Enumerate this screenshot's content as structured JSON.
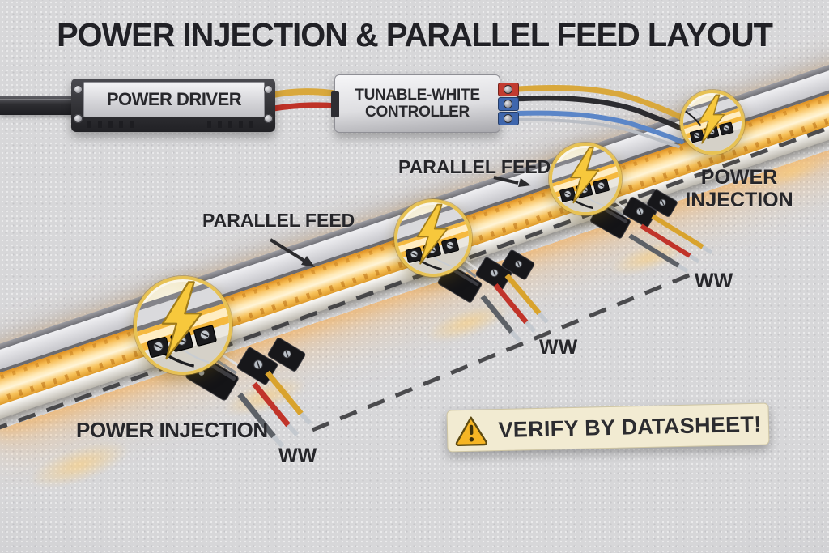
{
  "title": "POWER INJECTION & PARALLEL FEED LAYOUT",
  "devices": {
    "power_driver": {
      "label": "POWER DRIVER"
    },
    "controller": {
      "label_line1": "TUNABLE-WHITE",
      "label_line2": "CONTROLLER"
    }
  },
  "annotations": {
    "parallel_feed_left": "PARALLEL FEED",
    "parallel_feed_mid": "PARALLEL FEED",
    "power_injection_bottom": "POWER INJECTION",
    "power_injection_top_line1": "POWER",
    "power_injection_top_line2": "INJECTION",
    "ww_bottom": "WW",
    "ww_middle": "WW",
    "ww_top": "WW"
  },
  "warning": {
    "text": "VERIFY BY DATASHEET!",
    "icon": "warning-triangle-icon"
  },
  "icons": {
    "injection_point": "lightning-bolt-icon",
    "feed_pointer": "arrow-icon"
  },
  "colors": {
    "background": "#d7d7d9",
    "text": "#26262a",
    "led_glow": "#f7b733",
    "circle_ring": "#e7c254",
    "bolt": "#f7c83c",
    "wire_yellow": "#d9a32d",
    "wire_red": "#c1342a",
    "wire_gray": "#5d6167",
    "wire_blue": "#5b86c8",
    "warning_bg": "#f2ebd2",
    "warning_icon": "#f6b524",
    "dashed_line": "#3b3b3e"
  }
}
